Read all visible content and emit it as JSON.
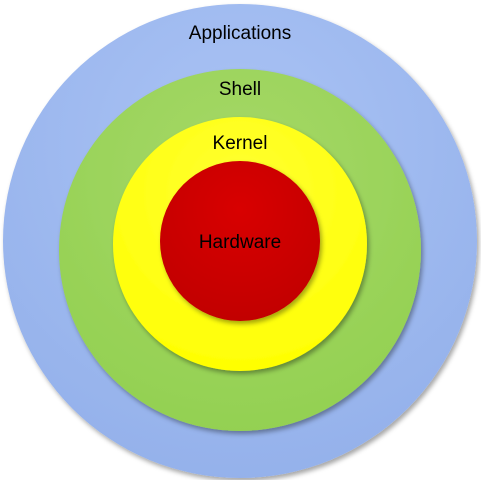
{
  "diagram": {
    "layers": [
      {
        "label": "Applications",
        "color": "#93b0ea",
        "color_light": "#aac3f5"
      },
      {
        "label": "Shell",
        "color": "#92d050",
        "color_light": "#a6d868"
      },
      {
        "label": "Kernel",
        "color": "#ffff00",
        "color_light": "#ffff33"
      },
      {
        "label": "Hardware",
        "color": "#c00000",
        "color_light": "#d80000"
      }
    ]
  }
}
